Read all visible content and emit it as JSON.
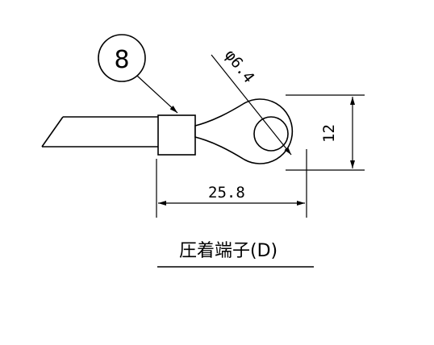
{
  "drawing": {
    "balloon_number": "8",
    "dim_hole_diameter": "φ6.4",
    "dim_width": "12",
    "dim_length": "25.8",
    "caption": "圧着端子(D)"
  }
}
